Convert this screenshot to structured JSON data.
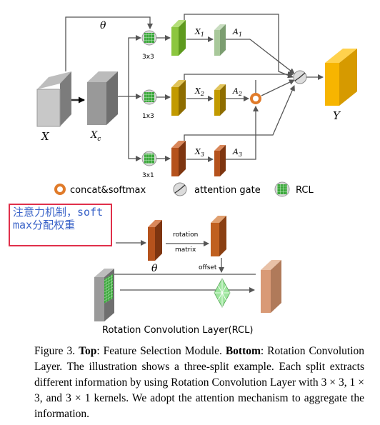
{
  "top_module": {
    "theta": "θ",
    "x": "X",
    "xc": "X",
    "xc_sub": "c",
    "y": "Y",
    "branch1": {
      "kernel": "3x3",
      "x_label": "X",
      "x_sub": "1",
      "a_label": "A",
      "a_sub": "1"
    },
    "branch2": {
      "kernel": "1x3",
      "x_label": "X",
      "x_sub": "2",
      "a_label": "A",
      "a_sub": "2"
    },
    "branch3": {
      "kernel": "3x1",
      "x_label": "X",
      "x_sub": "3",
      "a_label": "A",
      "a_sub": "3"
    }
  },
  "legend": {
    "concat": "concat&softmax",
    "gate": "attention gate",
    "rcl": "RCL"
  },
  "annotation": "注意力机制，softmax分配权重",
  "rcl_diagram": {
    "rotation": "rotation",
    "matrix": "matrix",
    "theta": "θ",
    "offset": "offset",
    "title": "Rotation Convolution Layer(RCL)"
  },
  "caption": {
    "prefix": "Figure 3.",
    "top_bold": "Top",
    "top_text": ": Feature Selection Module.",
    "bottom_bold": "Bottom",
    "bottom_text": ": Rotation Convolution Layer. The illustration shows a three-split example. Each split extracts different information by using Rotation Convolution Layer with 3 × 3, 1 × 3, and 3 × 1 kernels. We adopt the attention mechanism to aggregate the information."
  },
  "colors": {
    "gray_block": "#9a9a9a",
    "green": "#8cc63f",
    "green_light": "#a8c89a",
    "olive": "#c29a00",
    "rust": "#b5521c",
    "orange": "#f0a800",
    "circle_orange": "#e07b2a",
    "rcl_green": "#5cc85c",
    "salmon": "#d99a76"
  }
}
